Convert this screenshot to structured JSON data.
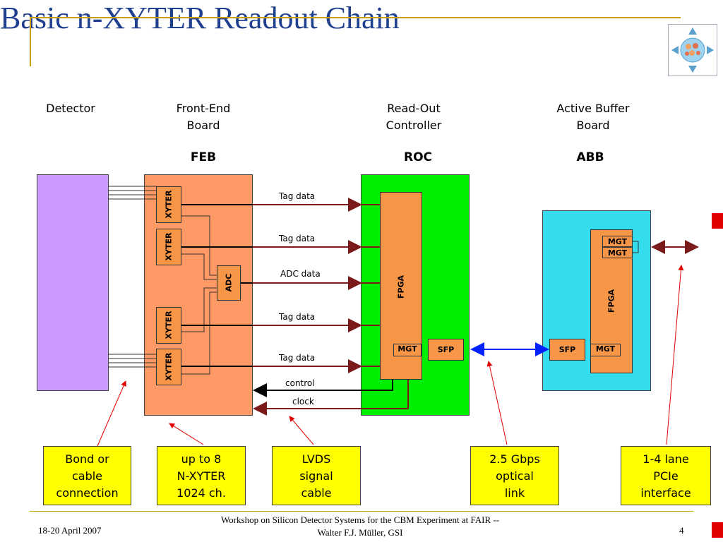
{
  "title": "Basic n-XYTER Readout Chain",
  "columns": {
    "detector": "Detector",
    "feb_head": "Front-End\nBoard",
    "roc_head": "Read-Out\nController",
    "abb_head": "Active Buffer\nBoard",
    "feb_abbr": "FEB",
    "roc_abbr": "ROC",
    "abb_abbr": "ABB"
  },
  "chips": {
    "xyter": "XYTER",
    "adc": "ADC",
    "fpga": "FPGA",
    "mgt": "MGT",
    "sfp": "SFP"
  },
  "signals": {
    "tag1": "Tag data",
    "tag2": "Tag data",
    "adc": "ADC data",
    "tag3": "Tag data",
    "tag4": "Tag data",
    "control": "control",
    "clock": "clock"
  },
  "callouts": {
    "bond": "Bond or\ncable\nconnection",
    "xyter": "up to 8\nN-XYTER\n1024 ch.",
    "lvds": "LVDS\nsignal\ncable",
    "optical": "2.5 Gbps\noptical\nlink",
    "pcie": "1-4 lane\nPCIe\ninterface"
  },
  "footer": {
    "date": "18-20 April 2007",
    "center": "Workshop on Silicon Detector Systems for the CBM Experiment at FAIR --\nWalter F.J. Müller, GSI",
    "page": "4"
  },
  "colors": {
    "detector": "#cc99ff",
    "feb": "#ff9966",
    "roc": "#00ee00",
    "abb": "#33ddee",
    "chip": "#f79646",
    "arrow": "#7a1a1a",
    "callout": "#ffff00",
    "title": "#1f3f8f",
    "gold_line": "#c8a000"
  }
}
